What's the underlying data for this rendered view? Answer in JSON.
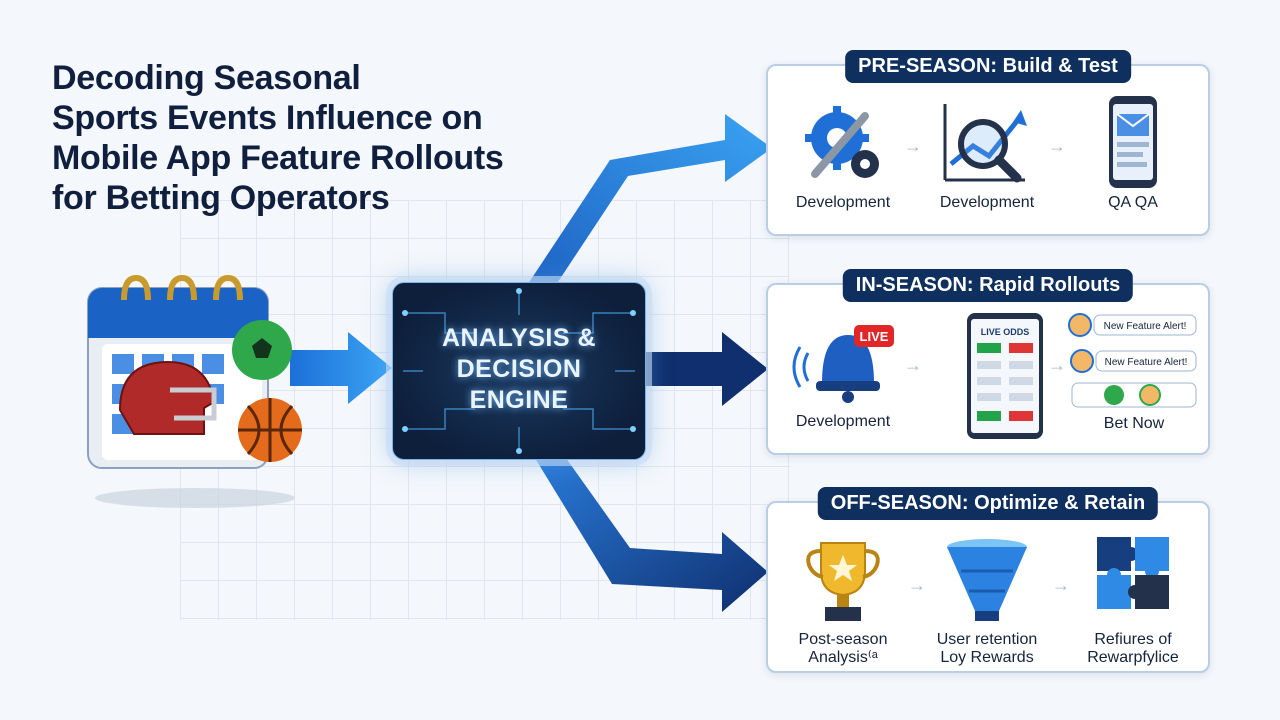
{
  "title": {
    "line1": "Decoding Seasonal",
    "line2": "Sports Events Influence on",
    "line3": "Mobile App Feature Rollouts",
    "line4": "for Betting Operators"
  },
  "engine": {
    "line1": "ANALYSIS &",
    "line2": "DECISION",
    "line3": "ENGINE"
  },
  "colors": {
    "navy": "#0f2f5e",
    "blue": "#1f7ae0",
    "light_blue": "#39a0f0"
  },
  "preseason": {
    "title": "PRE-SEASON: Build & Test",
    "steps": [
      {
        "icon": "gear-wrench-icon",
        "label": "Development"
      },
      {
        "icon": "magnifier-chart-icon",
        "label": "Development"
      },
      {
        "icon": "phone-mail-icon",
        "label": "QA QA"
      }
    ]
  },
  "inseason": {
    "title": "IN-SEASON: Rapid Rollouts",
    "live_badge": "LIVE",
    "phone_header": "LIVE ODDS",
    "alert1": "New Feature Alert!",
    "alert2": "New Feature Alert!",
    "steps": [
      {
        "icon": "bell-icon",
        "label": "Development"
      },
      {
        "icon": "phone-odds-icon",
        "label": ""
      },
      {
        "icon": "chat-alert-icon",
        "label": "Bet Now"
      }
    ]
  },
  "offseason": {
    "title": "OFF-SEASON: Optimize & Retain",
    "steps": [
      {
        "icon": "trophy-icon",
        "line1": "Post-season",
        "line2": "Analysis⁽ᵃ"
      },
      {
        "icon": "funnel-icon",
        "line1": "User retention",
        "line2": "Loy Rewards"
      },
      {
        "icon": "puzzle-icon",
        "line1": "Refiures of",
        "line2": "Rewarpfylice"
      }
    ]
  }
}
